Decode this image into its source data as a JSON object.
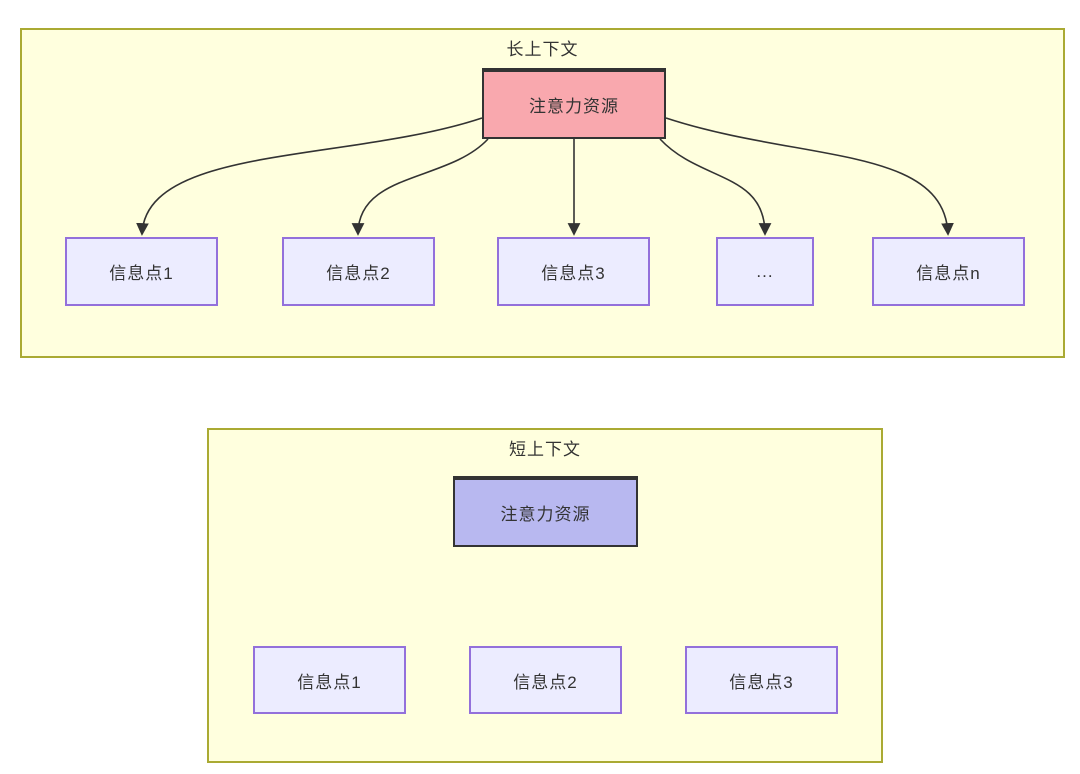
{
  "diagram": {
    "panels": [
      {
        "title": "长上下文",
        "attention_label": "注意力资源",
        "info_labels": [
          "信息点1",
          "信息点2",
          "信息点3",
          "...",
          "信息点n"
        ]
      },
      {
        "title": "短上下文",
        "attention_label": "注意力资源",
        "info_labels": [
          "信息点1",
          "信息点2",
          "信息点3"
        ]
      }
    ],
    "colors": {
      "panel_fill": "#ffffde",
      "panel_border": "#aaaa33",
      "long_attention_fill": "#f9a8ae",
      "short_attention_fill": "#b8b8f0",
      "attention_border": "#333333",
      "info_fill": "#ececff",
      "info_border": "#9370db",
      "arrow": "#333333",
      "text": "#333333"
    }
  }
}
